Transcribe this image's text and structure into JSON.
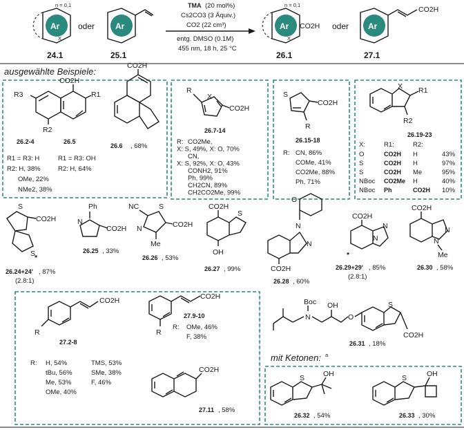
{
  "scheme": {
    "n_label": "n = 0,1",
    "ar_label": "Ar",
    "x_label": "X",
    "oder": "oder",
    "cond1_bold": "TMA",
    "cond1_rest": "(20 mol%)",
    "cond2": "Cs2CO3 (3 Äquiv.)",
    "cond3": "CO2 (22 cm³)",
    "cond4": "entg. DMSO (0.1M)",
    "cond5": "455 nm, 18 h, 25 °C",
    "co2h": "CO2H",
    "label_24": "24.1",
    "label_25": "25.1",
    "label_26": "26.1",
    "label_27": "27.1"
  },
  "section_title": "ausgewählte Beispiele:",
  "box1": {
    "co2h": "CO2H",
    "r1": "R1",
    "r2": "R2",
    "r3": "R3",
    "lbl_a": "26.2-4",
    "lbl_b": "26.5",
    "lbl_c": "26.6",
    "lbl_c_yield": ", 68%",
    "line1a": "R1 = R3: H",
    "line1b": "R1 = R3: OH",
    "line2a": "R2: H, 38%",
    "line2b": "R2: H, 64%",
    "line3": "OMe, 22%",
    "line4": "NMe2, 38%"
  },
  "box2": {
    "r": "R",
    "x": "X",
    "co2h": "CO2H",
    "lbl": "26.7-14",
    "r_label": "R:",
    "rows": [
      "CO2Me,",
      "X: S, 49%, X: O, 70%",
      "CN,",
      "X: S, 92%, X: O, 43%",
      "CONH2, 91%",
      "Ph, 99%",
      "CH2CN, 89%",
      "CH2CO2Me, 99%"
    ]
  },
  "box3": {
    "s": "S",
    "r": "R",
    "co2h": "CO2H",
    "lbl": "26.15-18",
    "r_label": "R:",
    "rows": [
      "CN, 86%",
      "COMe, 41%",
      "CO2Me, 88%",
      "Ph, 71%"
    ]
  },
  "box4": {
    "x": "X",
    "r1": "R1",
    "r2": "R2",
    "lbl": "26.19-23",
    "headers": [
      "X:",
      "R1:",
      "R2:"
    ],
    "rows": [
      {
        "x": "O",
        "r1": "CO2H",
        "r2": "H",
        "y": "43%"
      },
      {
        "x": "S",
        "r1": "CO2H",
        "r2": "H",
        "y": "97%"
      },
      {
        "x": "S",
        "r1": "CO2H",
        "r2": "Me",
        "y": "95%"
      },
      {
        "x": "NBoc",
        "r1": "CO2Me",
        "r2": "H",
        "y": "40%"
      },
      {
        "x": "NBoc",
        "r1": "Ph",
        "r2": "CO2H",
        "y": "10%"
      }
    ]
  },
  "row": {
    "c24_lbl": "26.24+24'",
    "c24_yield": ", 87%",
    "c24_ratio": "(2.8:1)",
    "c25_lbl": "26.25",
    "c25_yield": ", 33%",
    "c25_ph": "Ph",
    "c26_lbl": "26.26",
    "c26_yield": ", 53%",
    "c26_nc": "NC",
    "c26_me": "Me",
    "c27_lbl": "26.27",
    "c27_yield": ", 99%",
    "c27_oh": "OH",
    "c28_lbl": "26.28",
    "c28_yield": ", 60%",
    "c29_lbl": "26.29+29'",
    "c29_yield": ", 85%",
    "c29_ratio": "(2.8:1)",
    "c30_lbl": "26.30",
    "c30_yield": ", 58%",
    "c30_me": "Me",
    "co2h": "CO2H",
    "s": "S",
    "n": "N",
    "o": "O",
    "star": "*"
  },
  "box5": {
    "co2h": "CO2H",
    "r": "R",
    "lbl_a": "27.2-8",
    "lbl_b": "27.9-10",
    "lbl_c": "27.11",
    "lbl_c_yield": ", 58%",
    "r_label": "R:",
    "col1": [
      "H, 54%",
      "tBu, 56%",
      "Me, 53%",
      "OMe, 40%"
    ],
    "col2": [
      "TMS, 53%",
      "SMe, 38%",
      "F, 46%"
    ],
    "b_rows": [
      "OMe, 46%",
      "F, 38%"
    ]
  },
  "c31": {
    "lbl": "26.31",
    "yield": ", 18%",
    "boc": "Boc",
    "oh": "OH",
    "n": "N",
    "o": "O",
    "s": "S",
    "co2h": "CO2H"
  },
  "ketones": {
    "title": "mit Ketonen:",
    "sup": "a",
    "lbl_a": "26.32",
    "yield_a": ", 54%",
    "lbl_b": "26.33",
    "yield_b": ", 30%",
    "s": "S",
    "oh": "OH"
  },
  "colors": {
    "accent": "#2a8a7e"
  }
}
